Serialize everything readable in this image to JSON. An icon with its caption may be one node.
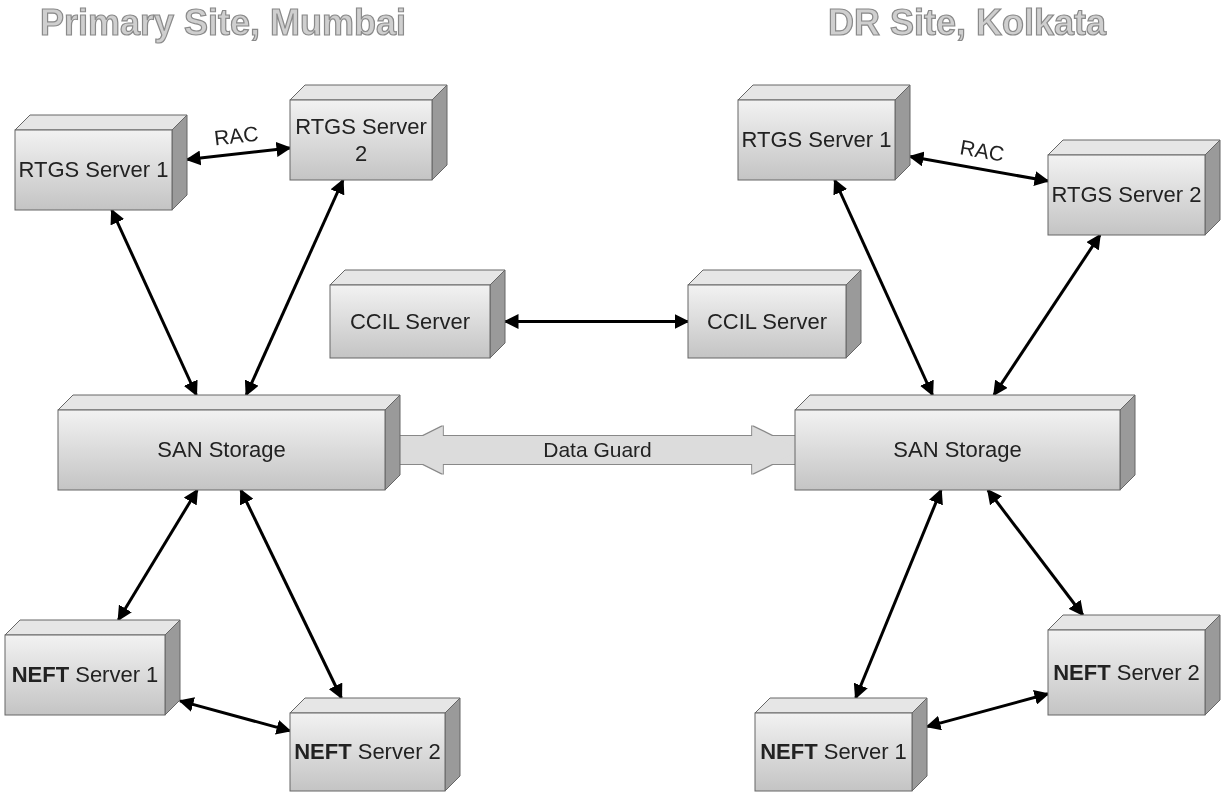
{
  "diagram": {
    "nodes": [
      {
        "text": [
          "RTGS Server 1"
        ]
      },
      {
        "text": [
          "RTGS Server 2"
        ]
      },
      {
        "text": [
          "CCIL Server"
        ]
      },
      {
        "text": [
          "CCIL Server"
        ]
      },
      {
        "text": [
          "RTGS Server 1"
        ]
      },
      {
        "text": [
          "RTGS Server 2"
        ]
      },
      {
        "text": [
          "SAN Storage"
        ]
      },
      {
        "text": [
          "SAN Storage"
        ]
      },
      {
        "text": [
          "**NEFT** Server 1"
        ]
      },
      {
        "text": [
          "**NEFT** Server 2"
        ]
      },
      {
        "text": [
          "**NEFT** Server 2"
        ]
      },
      {
        "text": [
          "**NEFT** Server 1"
        ]
      }
    ],
    "edges": [
      {
        "from": 0,
        "to": 1,
        "arrow": "both",
        "label": "RAC"
      },
      {
        "from": 0,
        "to": 6,
        "arrow": "both"
      },
      {
        "from": 1,
        "to": 6,
        "arrow": "both"
      },
      {
        "from": 2,
        "to": 3,
        "arrow": "both"
      },
      {
        "from": 6,
        "to": 7,
        "arrow": "both",
        "label": "Data Guard",
        "style": "thick",
        "color": "#dcdcdc"
      },
      {
        "from": 6,
        "to": 8,
        "arrow": "both"
      },
      {
        "from": 6,
        "to": 9,
        "arrow": "both"
      },
      {
        "from": 8,
        "to": 9,
        "arrow": "both"
      },
      {
        "from": 4,
        "to": 5,
        "arrow": "both",
        "label": "RAC"
      },
      {
        "from": 4,
        "to": 7,
        "arrow": "both"
      },
      {
        "from": 5,
        "to": 7,
        "arrow": "both"
      },
      {
        "from": 7,
        "to": 11,
        "arrow": "both"
      },
      {
        "from": 7,
        "to": 10,
        "arrow": "both"
      },
      {
        "from": 11,
        "to": 10,
        "arrow": "both"
      }
    ],
    "labels": [
      "Primary Site, Mumbai",
      "DR Site, Kolkata"
    ]
  }
}
